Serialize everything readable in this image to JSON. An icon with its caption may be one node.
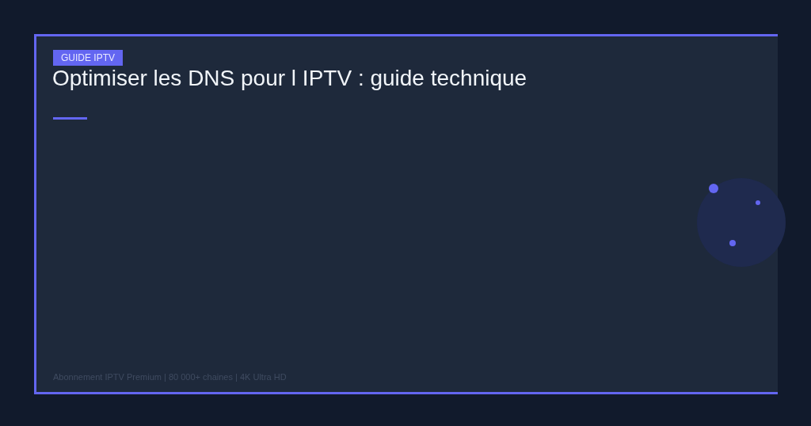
{
  "diagram": {
    "title": "Optimiser les DNS pour l IPTV : guide technique",
    "labels": [
      "GUIDE IPTV",
      "Abonnement IPTV Premium | 80 000+ chaines | 4K Ultra HD"
    ]
  }
}
